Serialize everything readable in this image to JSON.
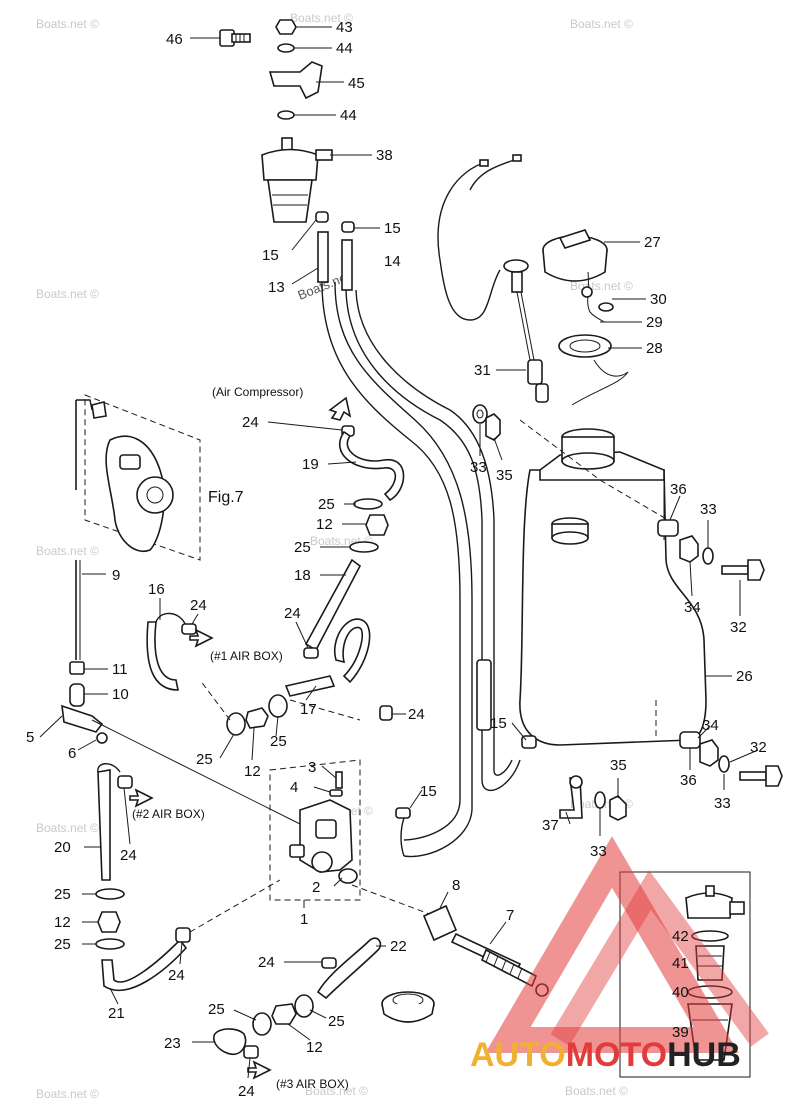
{
  "watermark": {
    "site": "Boats.net ©",
    "inline_site": "Boats.net"
  },
  "brand": {
    "part1": "AUTO",
    "part2": "MOTO",
    "part3": "HUB",
    "color_accent": "#e23b3b",
    "color_gold": "#f0b030",
    "color_dark": "#222222"
  },
  "figure_label": "Fig.7",
  "notes": {
    "air_compressor": "(Air Compressor)",
    "air_box_1": "(#1 AIR BOX)",
    "air_box_2": "(#2 AIR BOX)",
    "air_box_3": "(#3 AIR BOX)"
  },
  "labels": {
    "l46": "46",
    "l43": "43",
    "l44a": "44",
    "l45": "45",
    "l44b": "44",
    "l38": "38",
    "l15a": "15",
    "l15b": "15",
    "l13": "13",
    "l14": "14",
    "l27": "27",
    "l30": "30",
    "l29": "29",
    "l28": "28",
    "l31": "31",
    "l33a": "33",
    "l35a": "35",
    "l36a": "36",
    "l33b": "33",
    "l34a": "34",
    "l32a": "32",
    "l26": "26",
    "l24a": "24",
    "l19": "19",
    "l25a": "25",
    "l12a": "12",
    "l25b": "25",
    "l18": "18",
    "l9": "9",
    "l16": "16",
    "l24b": "24",
    "l24c": "24",
    "l11": "11",
    "l10": "10",
    "l17": "17",
    "l24d": "24",
    "l5": "5",
    "l6": "6",
    "l25c": "25",
    "l12b": "12",
    "l25d": "25",
    "l15c": "15",
    "l34b": "34",
    "l32b": "32",
    "l36b": "36",
    "l33c": "33",
    "l3": "3",
    "l4": "4",
    "l15d": "15",
    "l35b": "35",
    "l37": "37",
    "l33d": "33",
    "l20": "20",
    "l24e": "24",
    "l2": "2",
    "l1": "1",
    "l8": "8",
    "l7": "7",
    "l25e": "25",
    "l12c": "12",
    "l25f": "25",
    "l24f": "24",
    "l22": "22",
    "l24g": "24",
    "l21": "21",
    "l42": "42",
    "l41": "41",
    "l40": "40",
    "l39": "39",
    "l25g": "25",
    "l12d": "12",
    "l25h": "25",
    "l23": "23",
    "l24h": "24"
  }
}
